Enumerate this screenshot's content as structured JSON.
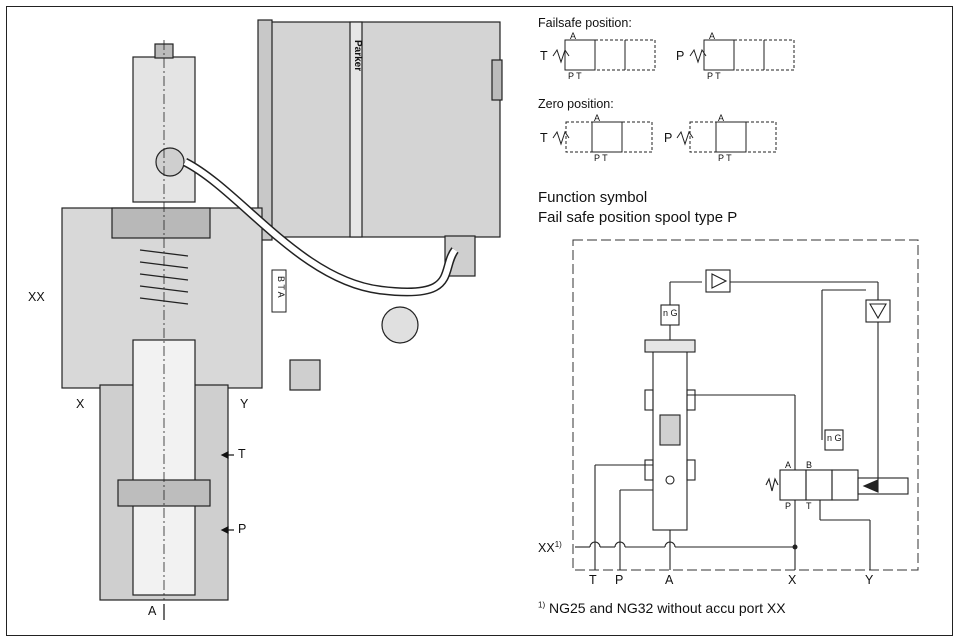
{
  "schematic": {
    "failsafe_title": "Failsafe position:",
    "zero_title": "Zero position:",
    "valve_port_T": "T",
    "valve_port_P": "P",
    "spool_label_A": "A",
    "spool_label_PT": "P T",
    "function_symbol_line1": "Function symbol",
    "function_symbol_line2": "Fail safe position spool type P",
    "port_T": "T",
    "port_P": "P",
    "port_A": "A",
    "port_X": "X",
    "port_Y": "Y",
    "port_XX": "XX",
    "footnote_marker": "1)",
    "footnote_text": "NG25 and NG32 without accu port XX",
    "valve_label_A": "A",
    "valve_label_B": "B",
    "valve_label_P": "P",
    "valve_label_T": "T",
    "sensor_label": "n G"
  },
  "cutaway": {
    "label_XX": "XX",
    "label_X": "X",
    "label_Y": "Y",
    "label_T": "T",
    "label_P": "P",
    "label_A": "A",
    "connector_label": "B T A",
    "brand_text": "Parker"
  }
}
